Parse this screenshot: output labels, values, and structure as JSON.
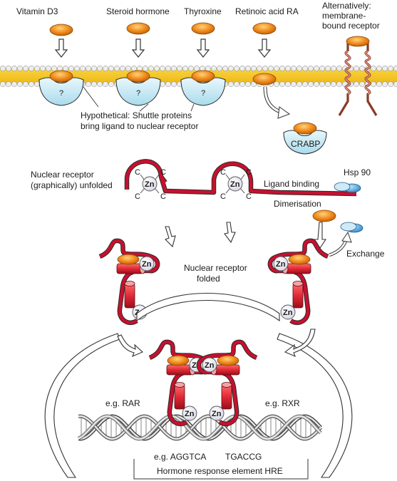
{
  "ligands": {
    "vitamin_d3": "Vitamin D3",
    "steroid": "Steroid hormone",
    "thyroxine": "Thyroxine",
    "retinoic": "Retinoic acid RA",
    "alt_line1": "Alternatively:",
    "alt_line2": "membrane-",
    "alt_line3": "bound receptor"
  },
  "shuttle": {
    "question_mark": "?",
    "line1": "Hypothetical: Shuttle proteins",
    "line2": "bring ligand to nuclear receptor"
  },
  "crabp": "CRABP",
  "unfolded": {
    "line1": "Nuclear receptor",
    "line2": "(graphically) unfolded",
    "ligand_binding": "Ligand binding",
    "hsp90": "Hsp 90",
    "dimerisation": "Dimerisation",
    "cys": "C",
    "zn": "Zn"
  },
  "folded": {
    "line1": "Nuclear receptor",
    "line2": "folded",
    "exchange": "Exchange",
    "zn": "Zn"
  },
  "dimer": {
    "rar": "e.g. RAR",
    "rxr": "e.g. RXR",
    "zn": "Zn"
  },
  "dna": {
    "seq1": "e.g. AGGTCA",
    "seq2": "TGACCG",
    "hre": "Hormone response element  HRE"
  },
  "colors": {
    "ligand_orange": "#f08a1c",
    "membrane_yellow": "#f5c518",
    "receptor_red": "#c8102e",
    "shuttle_blue": "#bfe6f2",
    "hsp_blue": "#3a9ad3"
  }
}
